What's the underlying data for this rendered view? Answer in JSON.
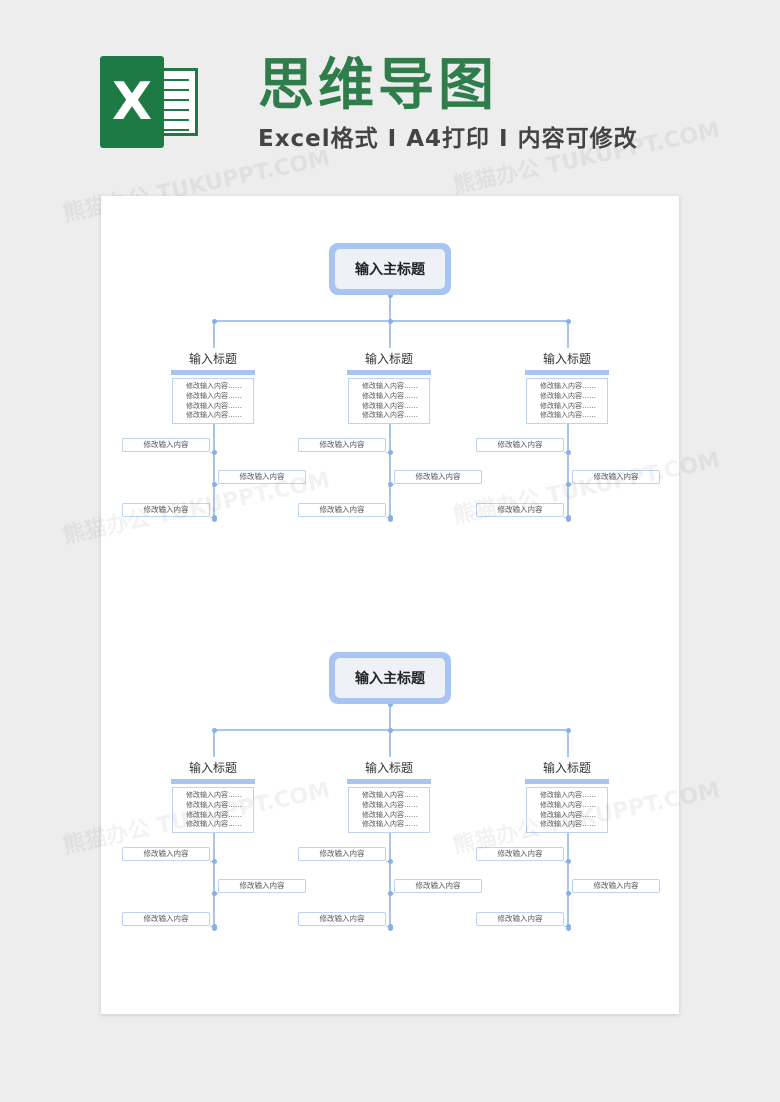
{
  "header": {
    "title": "思维导图",
    "subtitle": "Excel格式 I A4打印 I 内容可修改",
    "logo_letter": "X"
  },
  "watermark": "熊猫办公 TUKUPPT.COM",
  "diagrams": [
    {
      "root": "输入主标题",
      "branches": [
        {
          "title": "输入标题",
          "lines": [
            "修改输入内容……",
            "修改输入内容……",
            "修改输入内容……",
            "修改输入内容……"
          ],
          "leaves": [
            "修改输入内容",
            "修改输入内容",
            "修改输入内容"
          ]
        },
        {
          "title": "输入标题",
          "lines": [
            "修改输入内容……",
            "修改输入内容……",
            "修改输入内容……",
            "修改输入内容……"
          ],
          "leaves": [
            "修改输入内容",
            "修改输入内容",
            "修改输入内容"
          ]
        },
        {
          "title": "输入标题",
          "lines": [
            "修改输入内容……",
            "修改输入内容……",
            "修改输入内容……",
            "修改输入内容……"
          ],
          "leaves": [
            "修改输入内容",
            "修改输入内容",
            "修改输入内容"
          ]
        }
      ]
    },
    {
      "root": "输入主标题",
      "branches": [
        {
          "title": "输入标题",
          "lines": [
            "修改输入内容……",
            "修改输入内容……",
            "修改输入内容……",
            "修改输入内容……"
          ],
          "leaves": [
            "修改输入内容",
            "修改输入内容",
            "修改输入内容"
          ]
        },
        {
          "title": "输入标题",
          "lines": [
            "修改输入内容……",
            "修改输入内容……",
            "修改输入内容……",
            "修改输入内容……"
          ],
          "leaves": [
            "修改输入内容",
            "修改输入内容",
            "修改输入内容"
          ]
        },
        {
          "title": "输入标题",
          "lines": [
            "修改输入内容……",
            "修改输入内容……",
            "修改输入内容……",
            "修改输入内容……"
          ],
          "leaves": [
            "修改输入内容",
            "修改输入内容",
            "修改输入内容"
          ]
        }
      ]
    }
  ],
  "colors": {
    "accent": "#a7c4f2",
    "title_green": "#2e7d4a",
    "logo_green": "#1e7a45"
  }
}
